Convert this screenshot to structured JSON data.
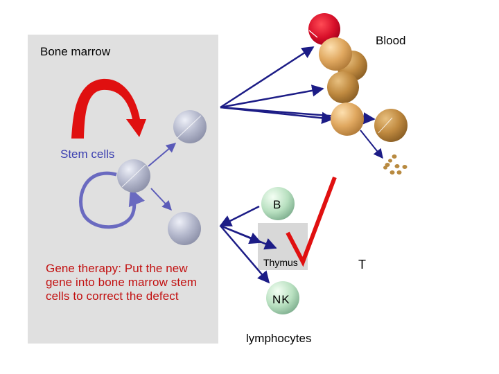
{
  "labels": {
    "bone_marrow": "Bone marrow",
    "blood": "Blood",
    "stem_cells": "Stem cells",
    "gene_therapy": "Gene therapy: Put the new gene into bone marrow stem cells to correct the defect",
    "b_cell": "B",
    "thymus": "Thymus",
    "t_cell": "T",
    "nk_cell": "NK",
    "lymphocytes": "lymphocytes"
  },
  "colors": {
    "panel": "#e0e0e0",
    "arrow": "#1c1c86",
    "stem_arrow": "#5a5ab8",
    "self_renewal_loop": "#6a6ac0",
    "red_arrow": "#e01010",
    "checkmark": "#e01010",
    "gene_therapy_text": "#c21010",
    "stem_cells_text": "#3b3fb0",
    "stem_cell": "#b4b8cc",
    "red_blood_cell": "#d8102a",
    "granulocyte": "#e0a860",
    "platelet": "#b88a40",
    "lymphocyte_sphere": "#b8e0c0"
  }
}
